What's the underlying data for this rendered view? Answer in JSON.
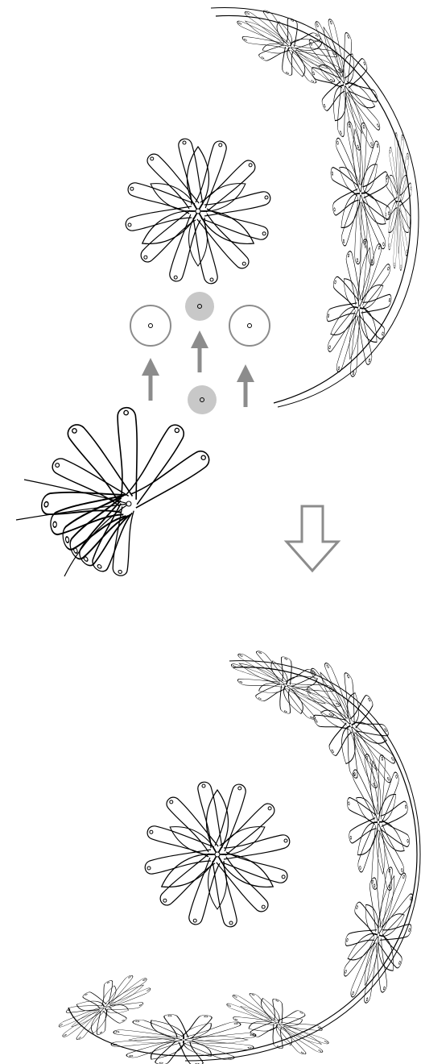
{
  "figure": {
    "panels": [
      {
        "id": "before",
        "description_items": [
          "partial-sphere",
          "loose-module",
          "attachment-guides"
        ]
      },
      {
        "id": "after",
        "description_items": [
          "assembled-sphere"
        ]
      }
    ],
    "colors": {
      "stroke": "#000000",
      "guide": "#8c8c8c",
      "joint_fill": "#c8c8c8",
      "background": "#ffffff"
    },
    "icons": [
      "down-arrow-icon",
      "up-arrow-icon",
      "joint-circle-icon",
      "joint-dot-icon"
    ]
  }
}
